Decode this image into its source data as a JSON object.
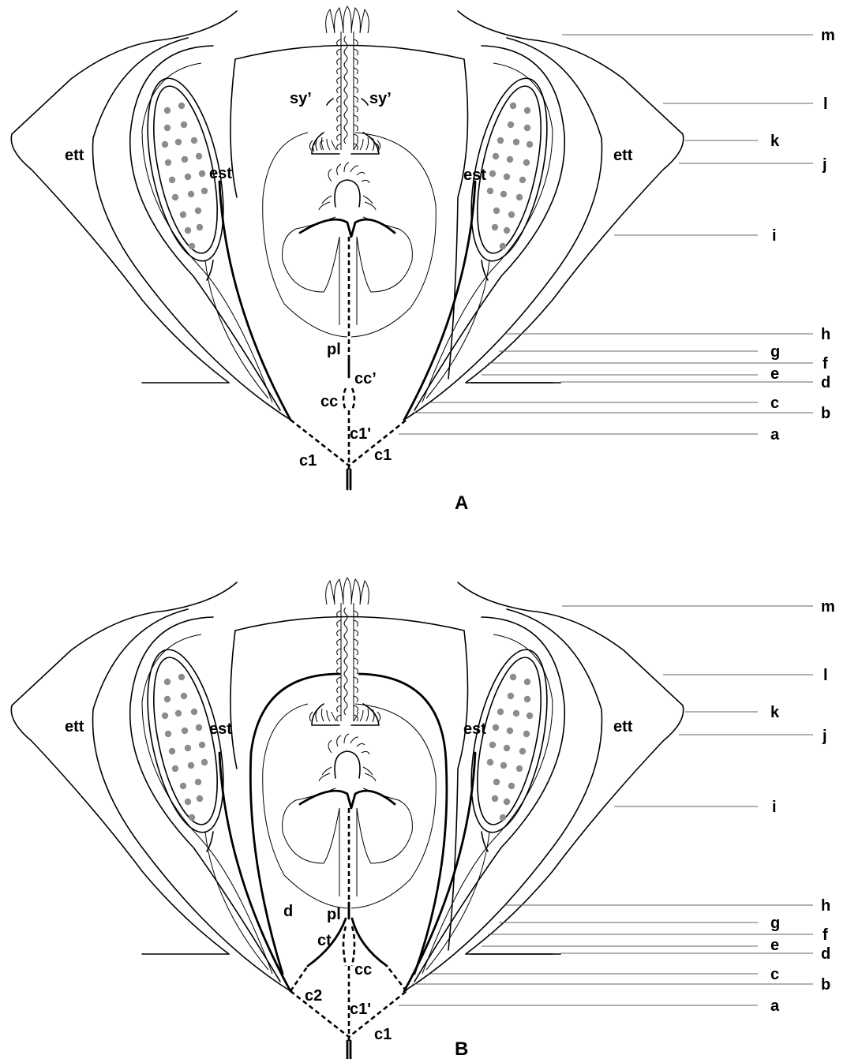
{
  "colors": {
    "stroke": "#000000",
    "leader": "#666666",
    "seed": "#8c8c8c",
    "background": "#ffffff"
  },
  "panels": [
    {
      "id": "A",
      "label": "A",
      "right_labels": [
        "m",
        "l",
        "k",
        "j",
        "i",
        "h",
        "g",
        "f",
        "e",
        "d",
        "c",
        "b",
        "a"
      ],
      "inner_labels": {
        "ett_left": "ett",
        "ett_right": "ett",
        "est_left": "est",
        "est_right": "est",
        "sy_left": "sy’",
        "sy_right": "sy’",
        "pl": "pl",
        "cc_prime": "cc’",
        "cc": "cc",
        "c1_prime": "c1'",
        "c1_left": "c1",
        "c1_right": "c1"
      }
    },
    {
      "id": "B",
      "label": "B",
      "right_labels": [
        "m",
        "l",
        "k",
        "j",
        "i",
        "h",
        "g",
        "f",
        "e",
        "d",
        "c",
        "b",
        "a"
      ],
      "inner_labels": {
        "ett_left": "ett",
        "ett_right": "ett",
        "est_left": "est",
        "est_right": "est",
        "d": "d",
        "pl": "pl",
        "ct": "ct",
        "cc": "cc",
        "c2": "c2",
        "c1_prime": "c1'",
        "c1": "c1"
      }
    }
  ]
}
